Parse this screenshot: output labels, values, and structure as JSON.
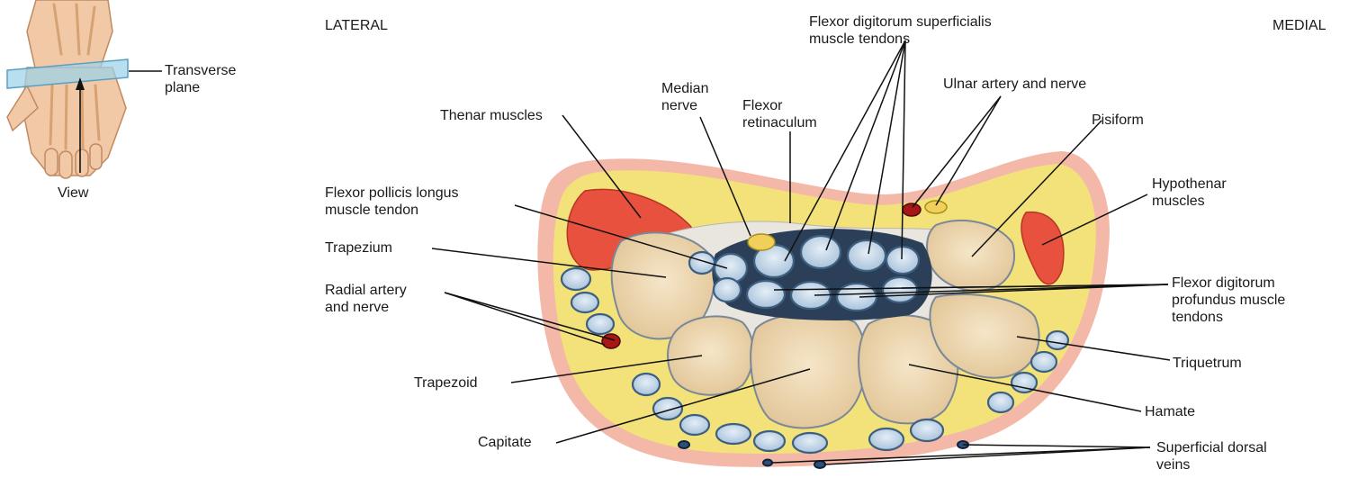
{
  "orientation": {
    "lateral": "LATERAL",
    "medial": "MEDIAL"
  },
  "inset": {
    "plane_line1": "Transverse",
    "plane_line2": "plane",
    "view": "View"
  },
  "labels": {
    "fds_line1": "Flexor digitorum superficialis",
    "fds_line2": "muscle tendons",
    "median_line1": "Median",
    "median_line2": "nerve",
    "retinaculum_line1": "Flexor",
    "retinaculum_line2": "retinaculum",
    "ulnar": "Ulnar artery and nerve",
    "thenar": "Thenar muscles",
    "pisiform": "Pisiform",
    "fpl_line1": "Flexor pollicis longus",
    "fpl_line2": "muscle tendon",
    "hypothenar_line1": "Hypothenar",
    "hypothenar_line2": "muscles",
    "trapezium": "Trapezium",
    "fdp_line1": "Flexor digitorum",
    "fdp_line2": "profundus muscle",
    "fdp_line3": "tendons",
    "radial_line1": "Radial artery",
    "radial_line2": "and nerve",
    "triquetrum": "Triquetrum",
    "trapezoid": "Trapezoid",
    "hamate": "Hamate",
    "capitate": "Capitate",
    "veins_line1": "Superficial dorsal",
    "veins_line2": "veins"
  },
  "colors": {
    "skin": "#f4b8a8",
    "fat": "#f3e27a",
    "muscle": "#e8513d",
    "bone": "#ecd6ad",
    "tendon": "#c9dcec",
    "tendon_outline": "#3d5f80",
    "artery": "#a81616",
    "nerve": "#f0d05a",
    "canal": "#2b4058",
    "leader": "#111111"
  }
}
